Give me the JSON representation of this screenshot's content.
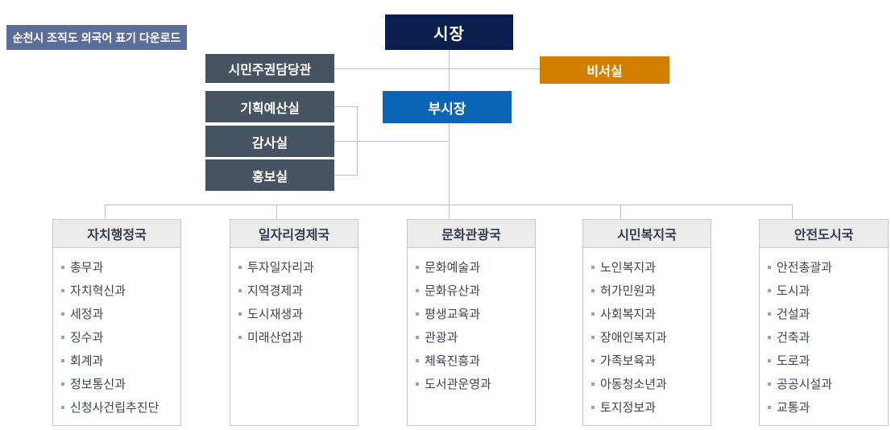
{
  "download_button": {
    "label": "순천시 조직도 외국어 표기 다운로드"
  },
  "org": {
    "mayor": {
      "label": "시장"
    },
    "deputy_mayor": {
      "label": "부시장"
    },
    "secretary_office": {
      "label": "비서실"
    },
    "staff_offices": [
      {
        "label": "시민주권담당관"
      },
      {
        "label": "기획예산실"
      },
      {
        "label": "감사실"
      },
      {
        "label": "홍보실"
      }
    ],
    "bureaus": [
      {
        "name": "자치행정국",
        "departments": [
          "총무과",
          "자치혁신과",
          "세정과",
          "징수과",
          "회계과",
          "정보통신과",
          "신청사건립추진단"
        ]
      },
      {
        "name": "일자리경제국",
        "departments": [
          "투자일자리과",
          "지역경제과",
          "도시재생과",
          "미래산업과"
        ]
      },
      {
        "name": "문화관광국",
        "departments": [
          "문화예술과",
          "문화유산과",
          "평생교육과",
          "관광과",
          "체육진흥과",
          "도서관운영과"
        ]
      },
      {
        "name": "시민복지국",
        "departments": [
          "노인복지과",
          "허가민원과",
          "사회복지과",
          "장애인복지과",
          "가족보육과",
          "아동청소년과",
          "토지정보과"
        ]
      },
      {
        "name": "안전도시국",
        "departments": [
          "안전총괄과",
          "도시과",
          "건설과",
          "건축과",
          "도로과",
          "공공시설과",
          "교통과"
        ]
      }
    ]
  },
  "colors": {
    "navy": "#0b1f4e",
    "slate": "#465360",
    "blue": "#0a65b5",
    "orange": "#d38000",
    "btn-slate": "#5b6d99",
    "line": "#c0c0c0",
    "box-border": "#c9c9c9",
    "header-bg": "#ececec",
    "header-text": "#333b4d",
    "item-text": "#3d4352",
    "bullet": "#9aa3ad"
  }
}
